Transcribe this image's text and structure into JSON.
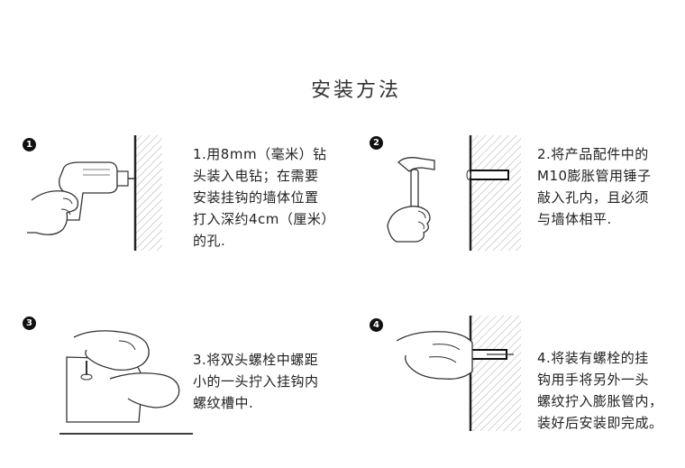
{
  "title": "安装方法",
  "steps": [
    {
      "badge": "1",
      "text": "1.用8mm（毫米）钻\n头装入电钻；在需要\n安装挂钩的墙体位置\n打入深约4cm（厘米）\n的孔."
    },
    {
      "badge": "2",
      "text": "2.将产品配件中的\nM10膨胀管用锤子\n敲入孔内，且必须\n与墙体相平."
    },
    {
      "badge": "3",
      "text": "3.将双头螺栓中螺距\n小的一头拧入挂钩内\n螺纹槽中."
    },
    {
      "badge": "4",
      "text": "4.将装有螺栓的挂\n钩用手将另外一头\n螺纹拧入膨胀管内，\n装好后安装即完成。"
    }
  ]
}
